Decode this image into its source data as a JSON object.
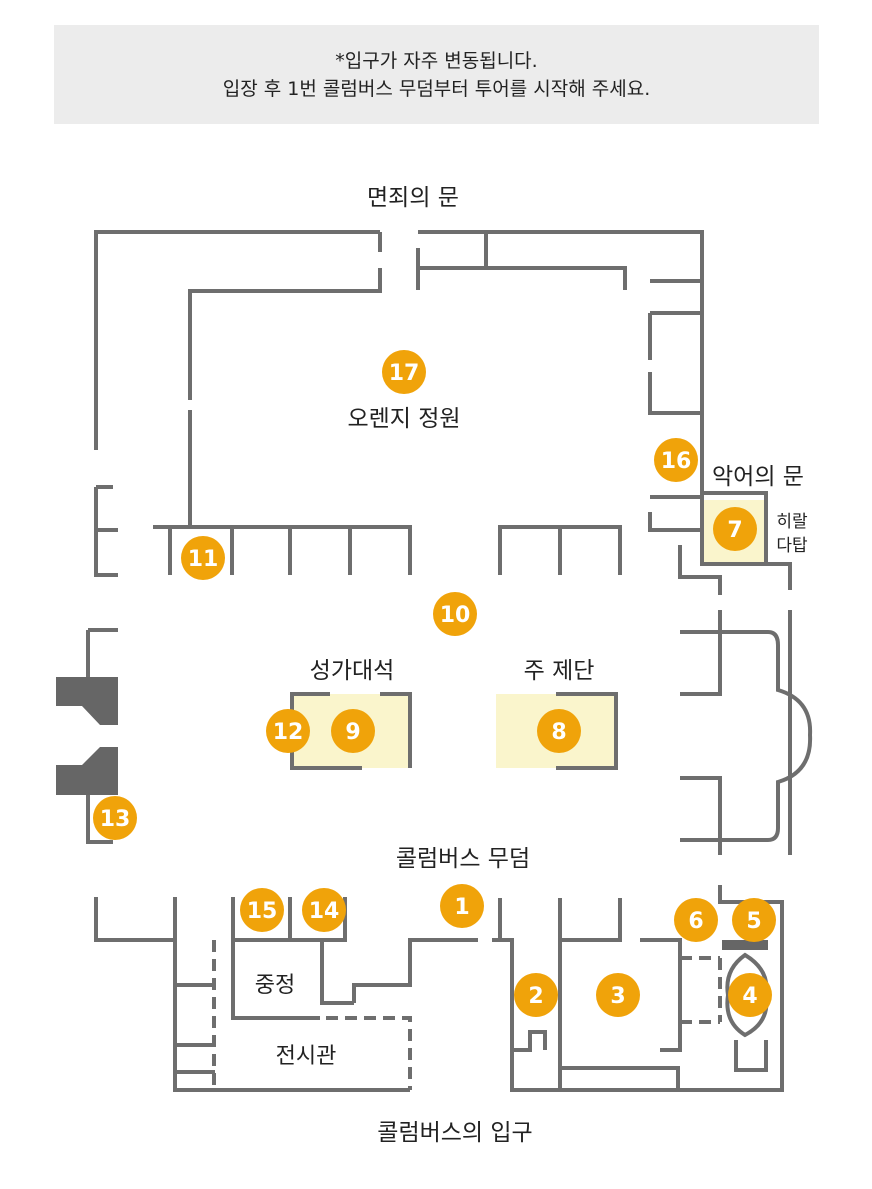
{
  "notice": {
    "line1": "*입구가 자주 변동됩니다.",
    "line2": "입장 후 1번 콜럼버스 무덤부터 투어를 시작해 주세요."
  },
  "labels": {
    "forgiveness_gate": "면죄의 문",
    "orange_garden": "오렌지 정원",
    "crocodile_gate": "악어의 문",
    "giralda_line1": "히랄",
    "giralda_line2": "다탑",
    "choir": "성가대석",
    "main_altar": "주 제단",
    "columbus_tomb": "콜럼버스 무덤",
    "courtyard": "중정",
    "exhibition": "전시관",
    "columbus_entrance": "콜럼버스의 입구"
  },
  "markers": [
    "1",
    "2",
    "3",
    "4",
    "5",
    "6",
    "7",
    "8",
    "9",
    "10",
    "11",
    "12",
    "13",
    "14",
    "15",
    "16",
    "17"
  ],
  "colors": {
    "marker": "#f0a30a",
    "wall": "#6e6e6e",
    "highlight": "#faf5cc",
    "dark_block": "#666666",
    "notice_bg": "#ececec"
  }
}
